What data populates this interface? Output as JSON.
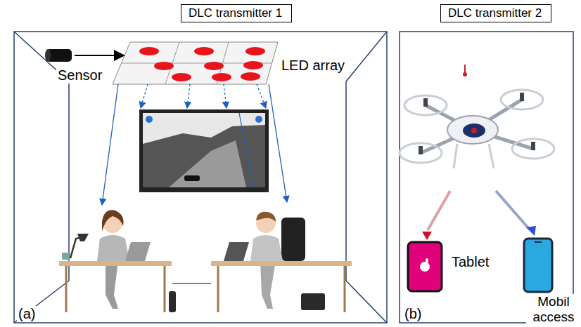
{
  "diagram": {
    "nodes": [
      {
        "text": [
          "DLC transmitter 1"
        ]
      },
      {
        "text": [
          "DLC transmitter 2"
        ]
      }
    ],
    "labels": [
      "Sensor",
      "LED array",
      "Tablet",
      "Mobil access",
      "(a)",
      "(b)"
    ]
  }
}
